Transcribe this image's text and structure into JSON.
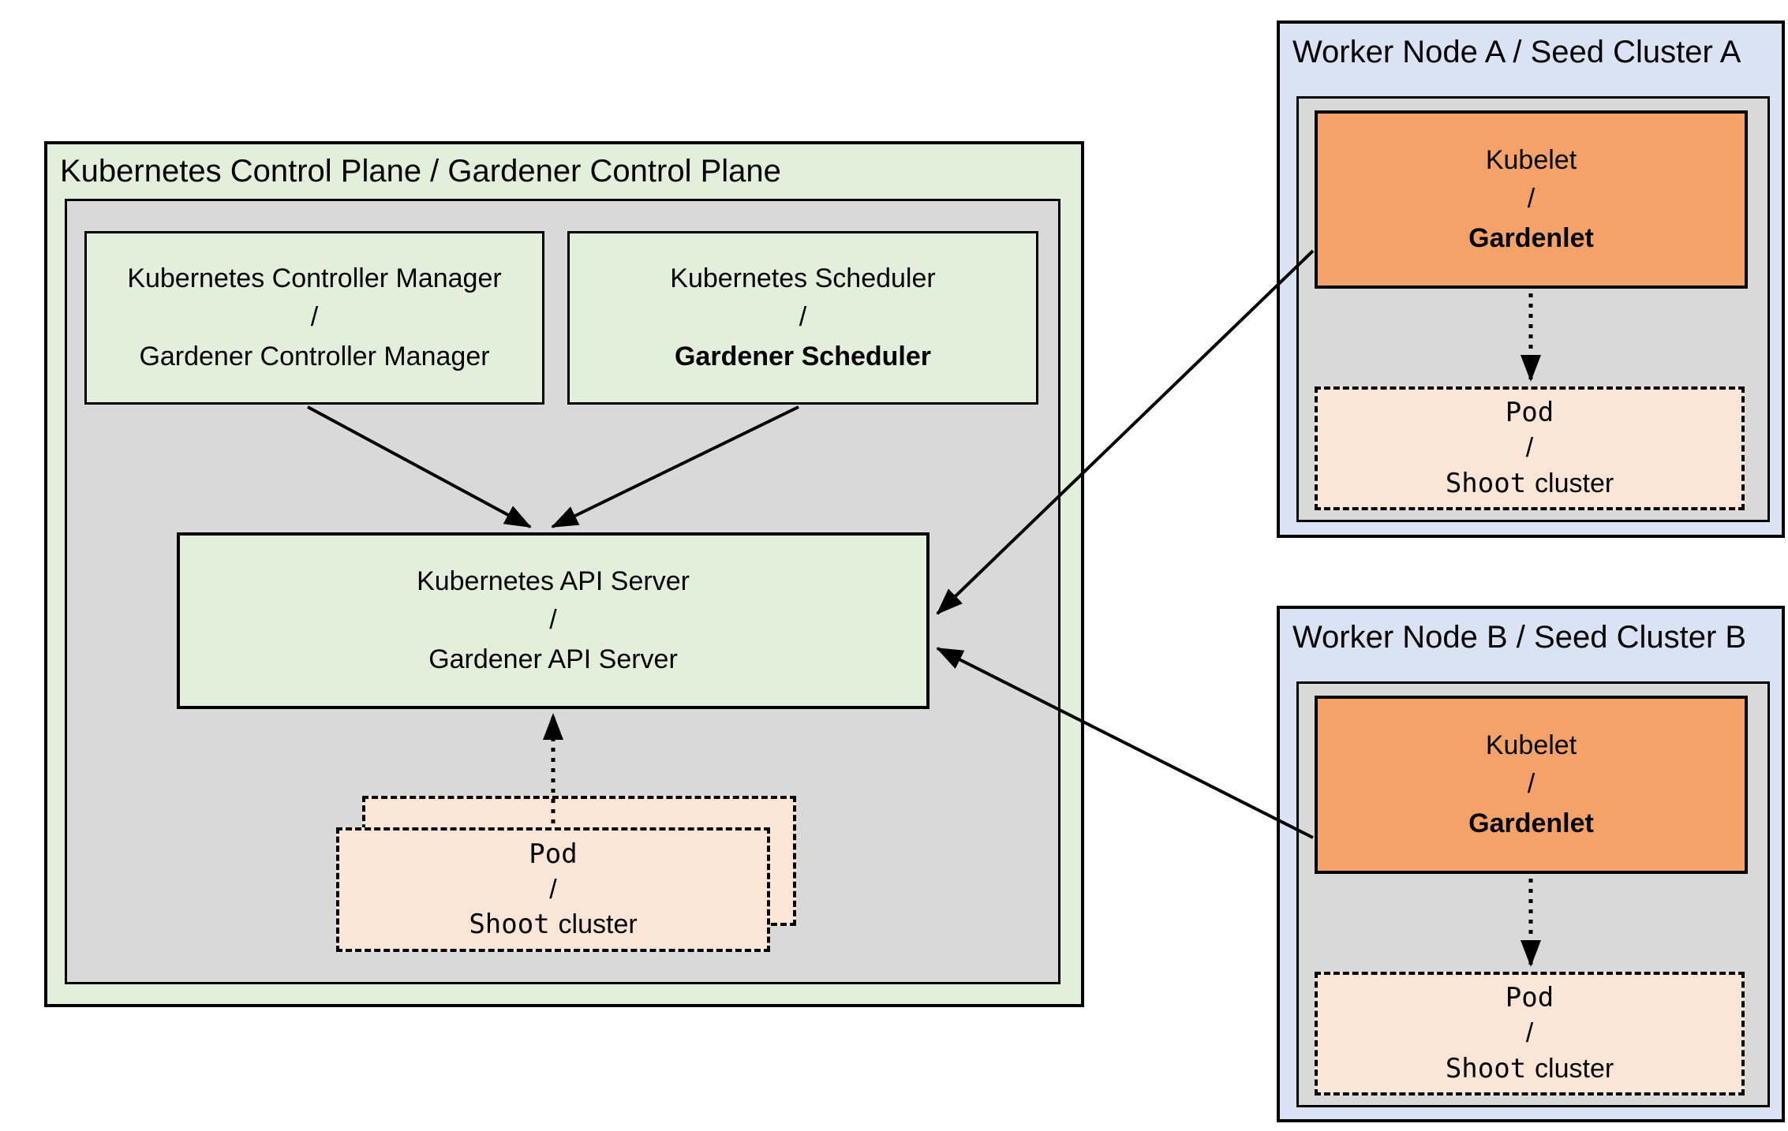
{
  "control_plane": {
    "title": "Kubernetes Control Plane / Gardener Control Plane",
    "controller_manager": {
      "line1": "Kubernetes Controller Manager",
      "line2": "/",
      "line3": "Gardener Controller Manager"
    },
    "scheduler": {
      "line1": "Kubernetes Scheduler",
      "line2": "/",
      "line3": "Gardener Scheduler"
    },
    "api_server": {
      "line1": "Kubernetes API Server",
      "line2": "/",
      "line3": "Gardener API Server"
    },
    "pod": {
      "line1": "Pod",
      "line2": "/",
      "line3_code": "Shoot",
      "line3_text": "cluster"
    }
  },
  "worker_node_a": {
    "title": "Worker Node A / Seed Cluster A",
    "kubelet": {
      "line1": "Kubelet",
      "line2": "/",
      "line3": "Gardenlet"
    },
    "pod": {
      "line1": "Pod",
      "line2": "/",
      "line3_code": "Shoot",
      "line3_text": "cluster"
    }
  },
  "worker_node_b": {
    "title": "Worker Node B / Seed Cluster B",
    "kubelet": {
      "line1": "Kubelet",
      "line2": "/",
      "line3": "Gardenlet"
    },
    "pod": {
      "line1": "Pod",
      "line2": "/",
      "line3_code": "Shoot",
      "line3_text": "cluster"
    }
  },
  "colors": {
    "control_plane_fill": "#e2efda",
    "component_fill": "#e2efda",
    "panel_fill": "#d9d9d9",
    "worker_fill": "#dae3f3",
    "kubelet_fill": "#f4a26a",
    "pod_fill": "#fbe5d6",
    "border_color": "#000000"
  }
}
